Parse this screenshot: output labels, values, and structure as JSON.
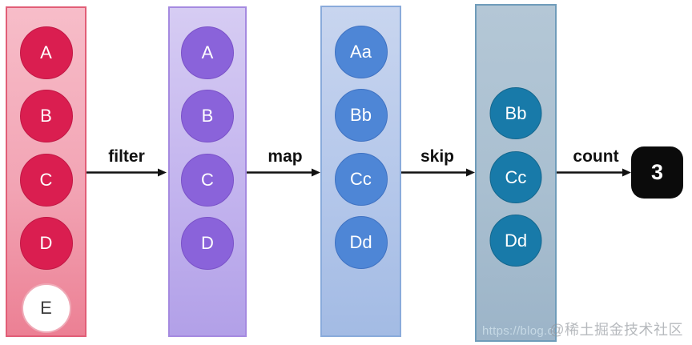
{
  "diagram": {
    "stages": [
      {
        "name": "source",
        "circles": [
          "A",
          "B",
          "C",
          "D",
          "E"
        ]
      },
      {
        "name": "after-filter",
        "circles": [
          "A",
          "B",
          "C",
          "D"
        ]
      },
      {
        "name": "after-map",
        "circles": [
          "Aa",
          "Bb",
          "Cc",
          "Dd"
        ]
      },
      {
        "name": "after-skip",
        "circles": [
          "Bb",
          "Cc",
          "Dd"
        ]
      }
    ],
    "operations": [
      {
        "label": "filter"
      },
      {
        "label": "map"
      },
      {
        "label": "skip"
      },
      {
        "label": "count"
      }
    ],
    "result": {
      "value": "3"
    }
  },
  "watermark": {
    "url": "https://blog.c",
    "community": "@稀土掘金技术社区"
  },
  "colors": {
    "source_stage_fill": "#f2a4b4",
    "source_stage_border": "#e15e77",
    "source_circle": "#da1e50",
    "excluded_circle": "#ffffff",
    "filter_stage_fill": "#c3b4ee",
    "filter_stage_border": "#a58ae0",
    "filter_circle": "#8a63da",
    "map_stage_fill": "#b4c7ea",
    "map_stage_border": "#8aabdb",
    "map_circle": "#4e86d6",
    "skip_stage_fill": "#a9bfd0",
    "skip_stage_border": "#6f9cba",
    "skip_circle": "#187aa9",
    "arrow": "#111111",
    "result_box": "#0b0b0b",
    "circle_text": "#ffffff"
  }
}
